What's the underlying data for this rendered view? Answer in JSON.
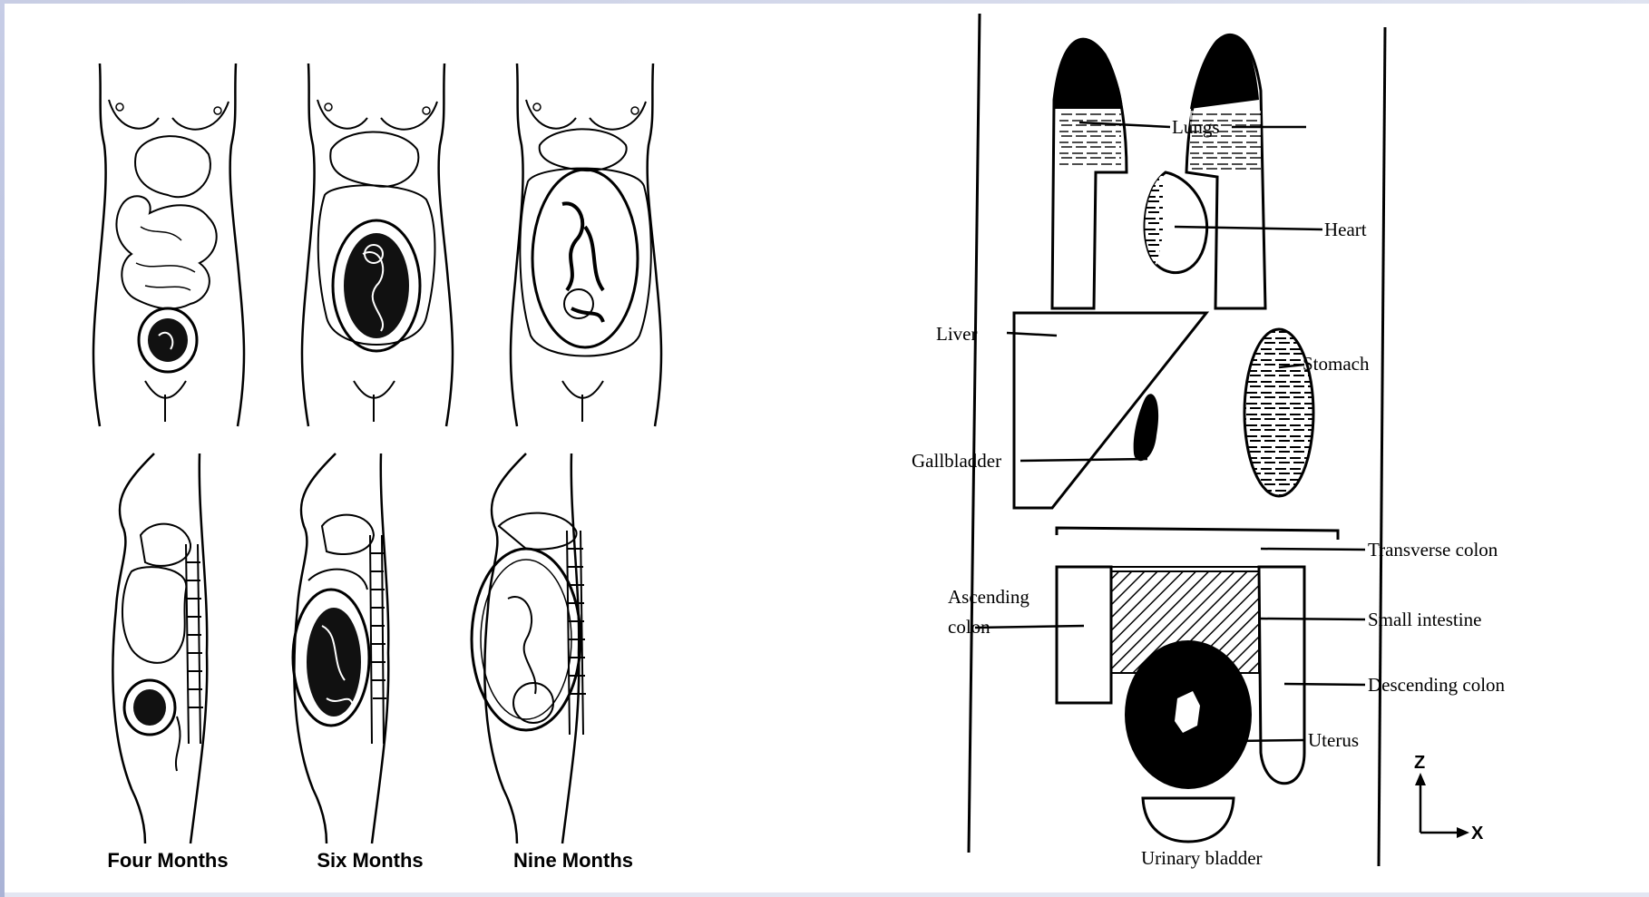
{
  "stages": {
    "four": "Four Months",
    "six": "Six Months",
    "nine": "Nine Months"
  },
  "model": {
    "lungs": "Lungs",
    "heart": "Heart",
    "liver": "Liver",
    "stomach": "Stomach",
    "gallbladder": "Gallbladder",
    "transverse_colon": "Transverse colon",
    "ascending_colon_1": "Ascending",
    "ascending_colon_2": "colon",
    "small_intestine": "Small intestine",
    "descending_colon": "Descending colon",
    "uterus": "Uterus",
    "urinary_bladder": "Urinary bladder",
    "axis_z": "Z",
    "axis_x": "X"
  }
}
